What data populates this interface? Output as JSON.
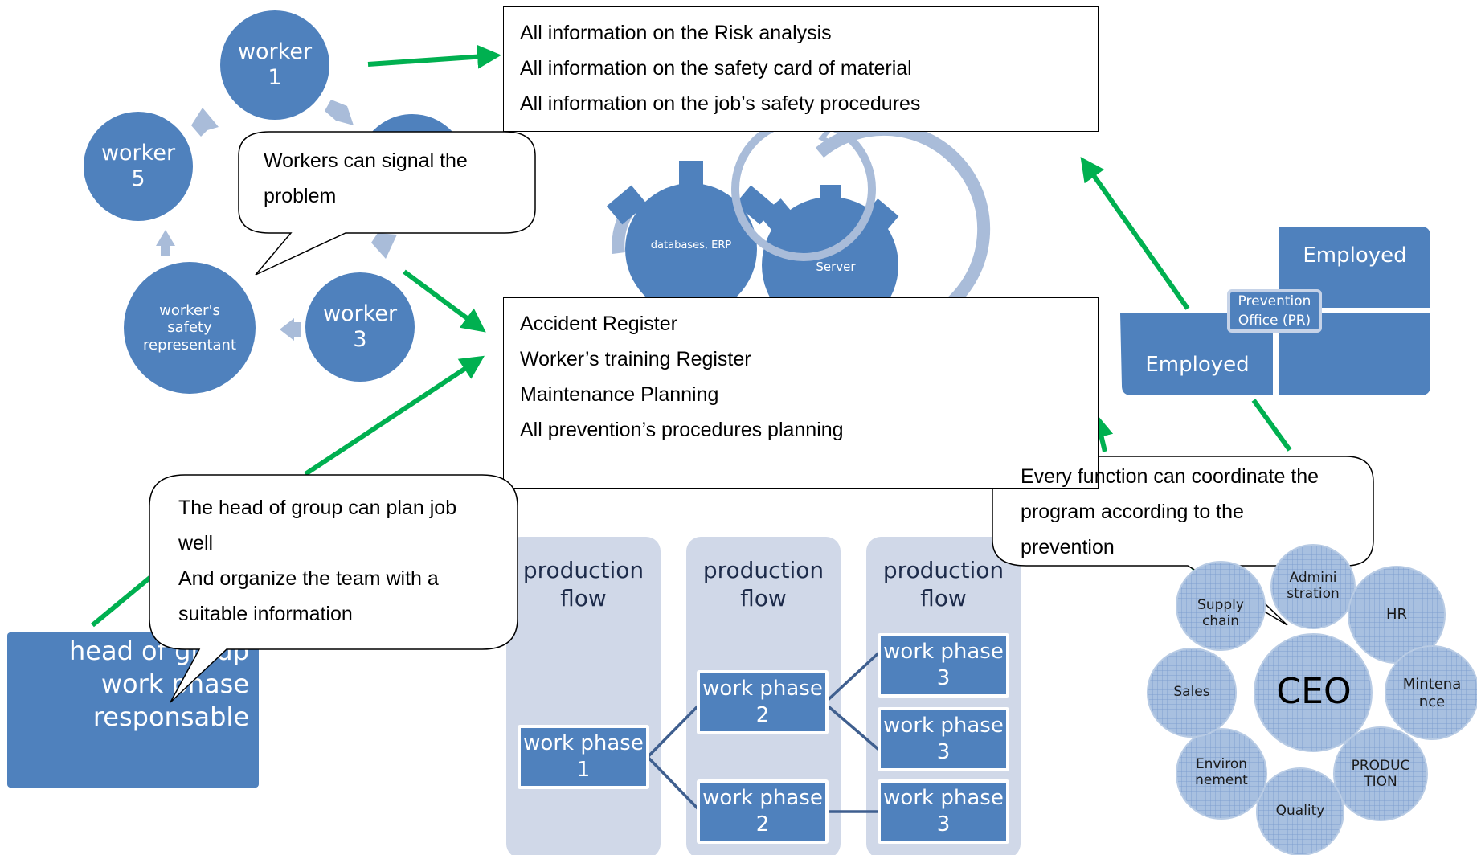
{
  "cycle": {
    "worker1": "worker\n1",
    "worker5": "worker\n5",
    "worker3": "worker\n3",
    "safety_rep": "worker's\nsafety\nrepresentant"
  },
  "bubbles": {
    "workers_signal": "Workers can signal the\nproblem",
    "head_plan": "The head of group can plan job\nwell\nAnd organize the team with a\nsuitable information",
    "every_function": "Every function can coordinate the\nprogram according to the\nprevention"
  },
  "top_box": {
    "lines": [
      "All information on the Risk analysis",
      "All information on the safety card of material",
      "All information on the job’s safety procedures"
    ]
  },
  "mid_box": {
    "lines": [
      "Accident Register",
      "Worker’s training Register",
      "Maintenance Planning",
      "All prevention’s procedures planning"
    ]
  },
  "gears": {
    "left": "databases, ERP",
    "right": "Server"
  },
  "head_box": "head of group\nwork phase\nresponsable",
  "flow": {
    "columns": [
      "production\nflow",
      "production\nflow",
      "production\nflow"
    ],
    "phase1": "work phase\n1",
    "phase2": "work phase\n2",
    "phase3": "work phase\n3"
  },
  "org": {
    "employed": "Employed",
    "prevention_office": "Prevention\nOffice (PR)"
  },
  "ceo": {
    "center": "CEO",
    "satellites": [
      "Supply\nchain",
      "Admini\nstration",
      "HR",
      "Mintena\nnce",
      "PRODUC\nTION",
      "Quality",
      "Environ\nnement",
      "Sales"
    ]
  },
  "colors": {
    "blue": "#4f81bd",
    "light_blue": "#a9bcd9",
    "panel": "#d0d8e8",
    "green": "#00b050"
  }
}
